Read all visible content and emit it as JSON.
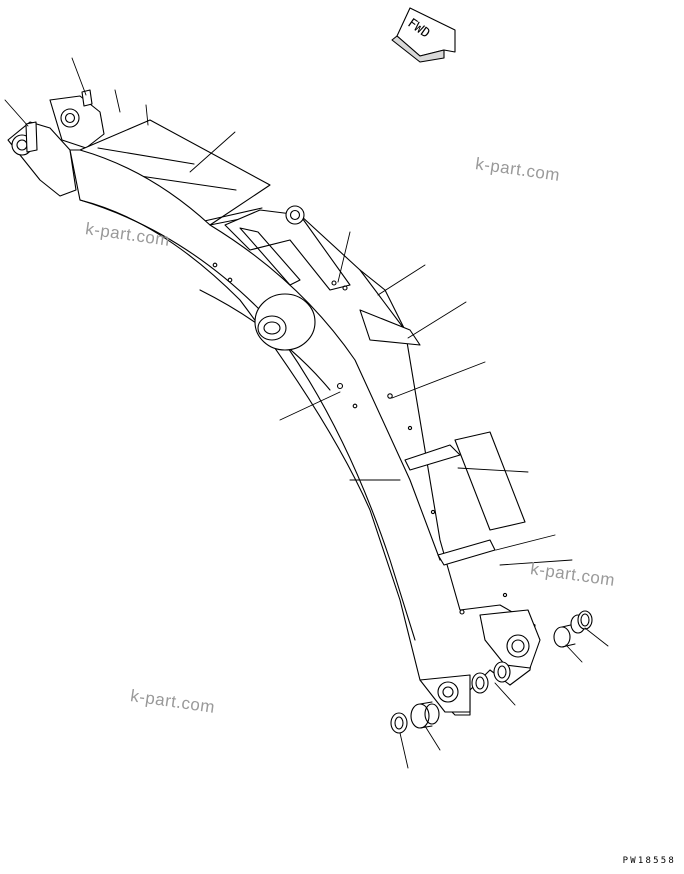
{
  "direction_label": "FWD",
  "drawing_code": "PW18558",
  "watermark": "k-part.com"
}
